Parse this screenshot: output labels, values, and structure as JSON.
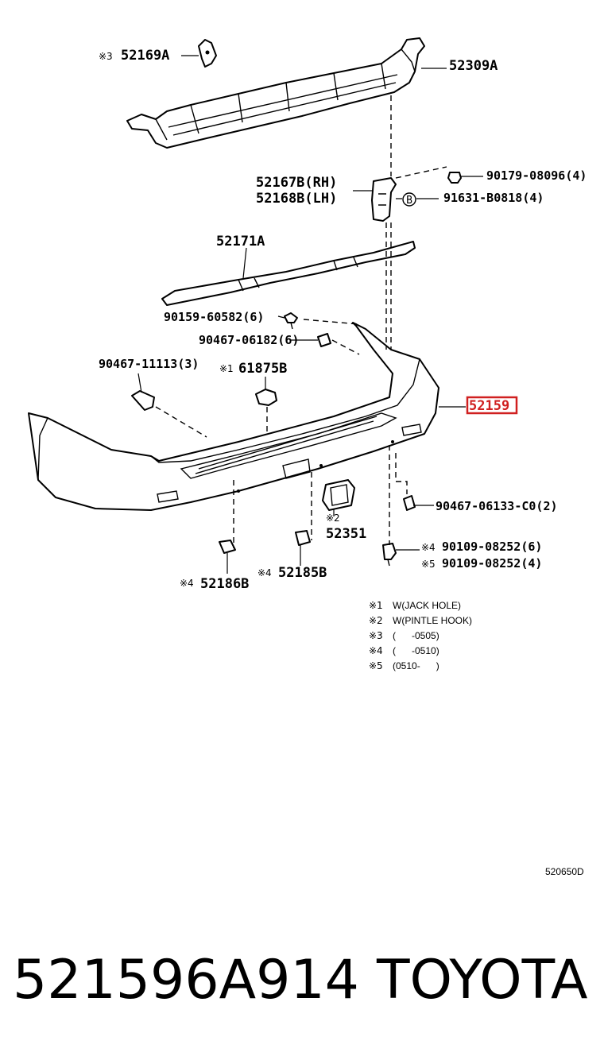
{
  "diagram": {
    "highlight_color": "#d02020",
    "parts": {
      "p52169A": {
        "mark": "※3",
        "num": "52169A"
      },
      "p52309A": {
        "num": "52309A"
      },
      "p52167B": {
        "num": "52167B(RH)"
      },
      "p52168B": {
        "num": "52168B(LH)"
      },
      "p90179": {
        "num": "90179-08096(4)"
      },
      "p91631": {
        "num": "91631-B0818(4)",
        "circle_letter": "B"
      },
      "p52171A": {
        "num": "52171A"
      },
      "p90159": {
        "num": "90159-60582(6)"
      },
      "p90467_06182": {
        "num": "90467-06182(6)"
      },
      "p90467_11113": {
        "num": "90467-11113(3)"
      },
      "p61875B": {
        "mark": "※1",
        "num": "61875B"
      },
      "p52159": {
        "num": "52159"
      },
      "p90467_06133": {
        "num": "90467-06133-C0(2)"
      },
      "p52351": {
        "mark": "※2",
        "num": "52351"
      },
      "p90109_a": {
        "mark": "※4",
        "num": "90109-08252(6)"
      },
      "p90109_b": {
        "mark": "※5",
        "num": "90109-08252(4)"
      },
      "p52186B": {
        "mark": "※4",
        "num": "52186B"
      },
      "p52185B": {
        "mark": "※4",
        "num": "52185B"
      }
    },
    "notes": [
      {
        "mark": "※1",
        "text": "W(JACK HOLE)"
      },
      {
        "mark": "※2",
        "text": "W(PINTLE HOOK)"
      },
      {
        "mark": "※3",
        "text": "(      -0505)"
      },
      {
        "mark": "※4",
        "text": "(      -0510)"
      },
      {
        "mark": "※5",
        "text": "(0510-      )"
      }
    ],
    "illustration_code": "520650D"
  },
  "footer": {
    "part_number": "521596A914",
    "brand": "TOYOTA"
  }
}
